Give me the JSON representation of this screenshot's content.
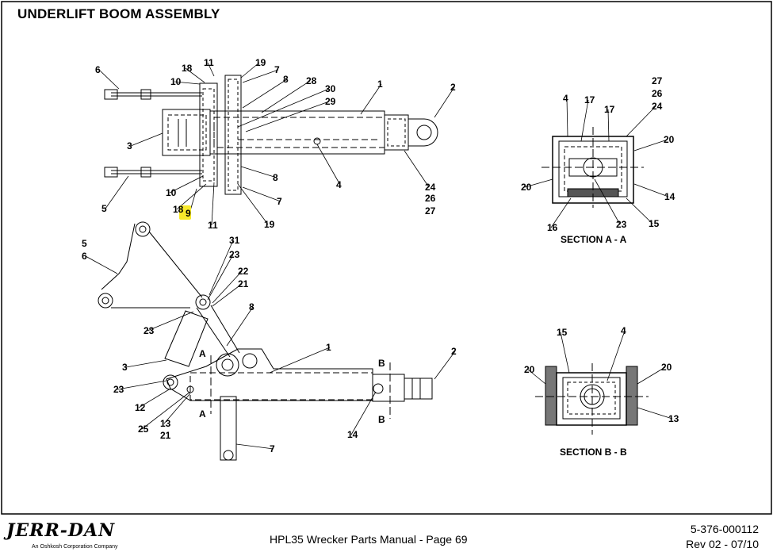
{
  "title": "UNDERLIFT BOOM ASSEMBLY",
  "footer": {
    "brand": "JERR-DAN",
    "brand_sub": "An Oshkosh Corporation Company",
    "manual": "HPL35 Wrecker Parts Manual  -  Page 69",
    "doc_number": "5-376-000112",
    "revision": "Rev 02 - 07/10"
  },
  "sections": {
    "aa": "SECTION  A - A",
    "bb": "SECTION  B - B"
  },
  "section_markers": {
    "a": "A",
    "b": "B"
  },
  "callouts": {
    "top": [
      "6",
      "18",
      "11",
      "19",
      "7",
      "10",
      "8",
      "28",
      "30",
      "29",
      "1",
      "2",
      "3",
      "8",
      "4",
      "10",
      "18",
      "9",
      "11",
      "19",
      "7",
      "24",
      "26",
      "27",
      "5"
    ],
    "side": [
      "5",
      "6",
      "31",
      "23",
      "22",
      "21",
      "8",
      "23",
      "3",
      "1",
      "2",
      "23",
      "12",
      "25",
      "13",
      "21",
      "14",
      "7"
    ],
    "aa": [
      "27",
      "26",
      "24",
      "4",
      "17",
      "17",
      "20",
      "20",
      "14",
      "16",
      "23",
      "15"
    ],
    "bb": [
      "15",
      "4",
      "20",
      "20",
      "13"
    ]
  },
  "highlight": {
    "callout": "9",
    "color": "#f7e92a"
  }
}
